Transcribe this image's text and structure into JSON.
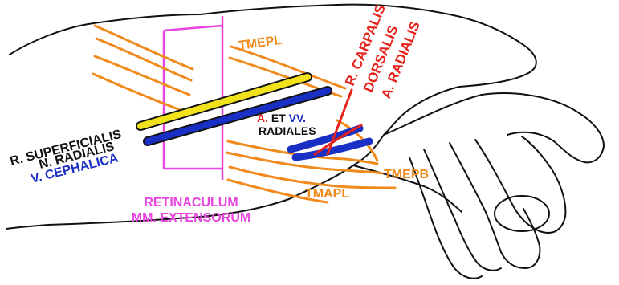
{
  "colors": {
    "outline": "#111111",
    "tendon": "#f08a1c",
    "nerve": "#f2e21c",
    "vein": "#1a2fc4",
    "artery": "#e5221b",
    "retinaculum": "#e844e0",
    "label_dark": "#111111"
  },
  "labels": {
    "tmepl": "TMEPL",
    "tmepb": "TMEPB",
    "tmapl": "TMAPL",
    "carpalis_1": "R. CARPALIS",
    "carpalis_2": "DORSALIS",
    "carpalis_3": "A. RADIALIS",
    "vessels_a": "A.",
    "vessels_et": " ET ",
    "vessels_vv": "VV.",
    "vessels_radiales": "RADIALES",
    "nerve_1": "R. SUPERFICIALIS",
    "nerve_2": "N. RADIALIS",
    "vein": "V. CEPHALICA",
    "retinaculum_1": "RETINACULUM",
    "retinaculum_2": "MM. EXTENSORUM"
  }
}
